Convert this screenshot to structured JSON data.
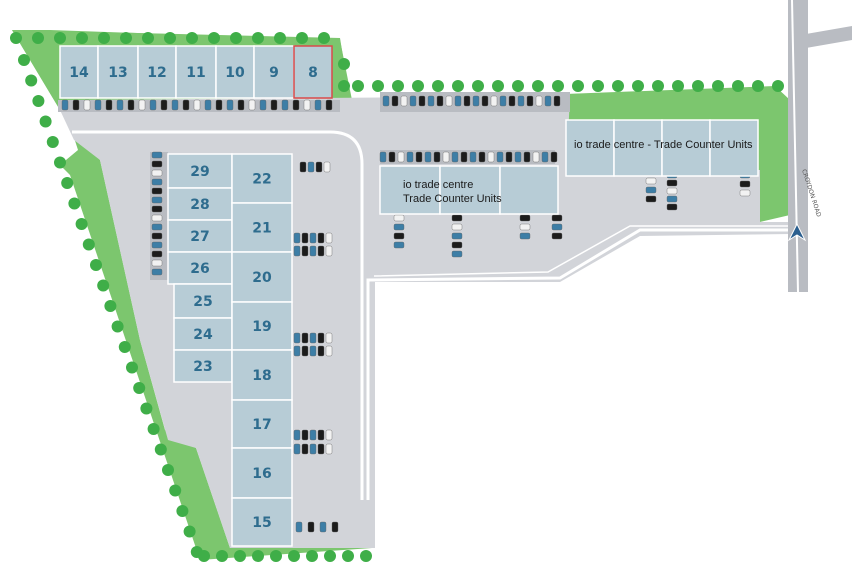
{
  "colors": {
    "grass": "#7cc66e",
    "tree": "#3fae48",
    "tarmac": "#d2d4d9",
    "road": "#b9bcc2",
    "road_edge": "#ffffff",
    "unit": "#b7ccd6",
    "unit_border": "#ffffff",
    "unit_highlight": "#d94b4b",
    "unit_text": "#2e6c8e",
    "car_blue": "#3d7ea6",
    "car_black": "#1c1c1c",
    "car_white": "#f2f2f2",
    "pointer": "#2b5f8f"
  },
  "units_top": [
    "14",
    "13",
    "12",
    "11",
    "10",
    "9",
    "8"
  ],
  "highlighted_unit": "8",
  "units_left": [
    "29",
    "28",
    "27",
    "26"
  ],
  "units_mid": [
    "25",
    "24",
    "23"
  ],
  "units_right": [
    "22",
    "21",
    "20",
    "19",
    "18",
    "17",
    "16",
    "15"
  ],
  "trade_centre_1": {
    "line1": "io trade centre",
    "line2": "Trade Counter Units"
  },
  "trade_centre_2": {
    "label": "io trade centre - Trade Counter Units"
  },
  "road_name": "CROYDON ROAD",
  "icons": {
    "entrance": "entrance-arrow-icon",
    "tree": "tree-icon",
    "car": "car-icon"
  }
}
